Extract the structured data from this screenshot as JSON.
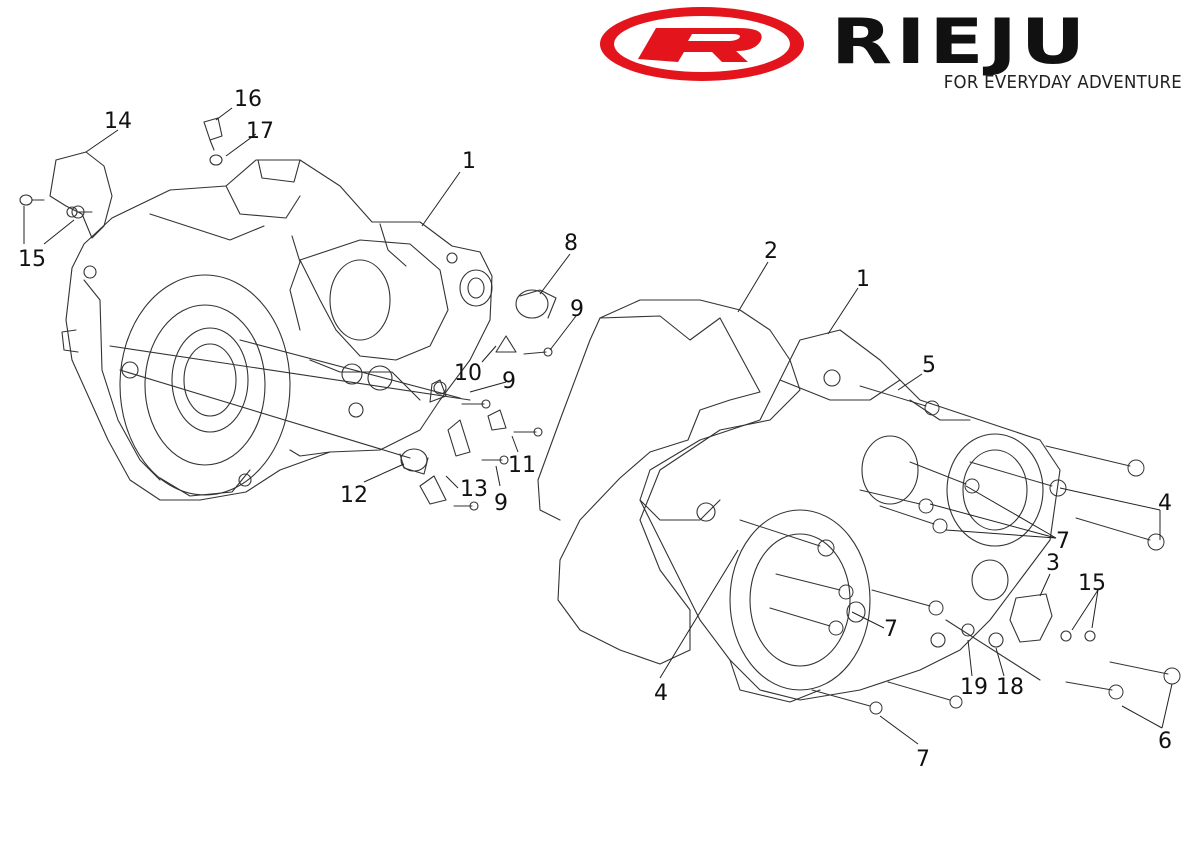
{
  "brand": {
    "wordmark": "RIEJU",
    "tagline": "FOR EVERYDAY ADVENTURE",
    "colors": {
      "red": "#E3141B",
      "black": "#111111"
    }
  },
  "diagram": {
    "type": "exploded-parts-diagram",
    "callouts": [
      {
        "id": "c1a",
        "label": "1"
      },
      {
        "id": "c1b",
        "label": "1"
      },
      {
        "id": "c2",
        "label": "2"
      },
      {
        "id": "c3",
        "label": "3"
      },
      {
        "id": "c4a",
        "label": "4"
      },
      {
        "id": "c4b",
        "label": "4"
      },
      {
        "id": "c5",
        "label": "5"
      },
      {
        "id": "c6",
        "label": "6"
      },
      {
        "id": "c7a",
        "label": "7"
      },
      {
        "id": "c7b",
        "label": "7"
      },
      {
        "id": "c7c",
        "label": "7"
      },
      {
        "id": "c8",
        "label": "8"
      },
      {
        "id": "c9a",
        "label": "9"
      },
      {
        "id": "c9b",
        "label": "9"
      },
      {
        "id": "c9c",
        "label": "9"
      },
      {
        "id": "c10",
        "label": "10"
      },
      {
        "id": "c11",
        "label": "11"
      },
      {
        "id": "c12",
        "label": "12"
      },
      {
        "id": "c13",
        "label": "13"
      },
      {
        "id": "c14",
        "label": "14"
      },
      {
        "id": "c15a",
        "label": "15"
      },
      {
        "id": "c15b",
        "label": "15"
      },
      {
        "id": "c16",
        "label": "16"
      },
      {
        "id": "c17",
        "label": "17"
      },
      {
        "id": "c18",
        "label": "18"
      },
      {
        "id": "c19",
        "label": "19"
      }
    ]
  }
}
